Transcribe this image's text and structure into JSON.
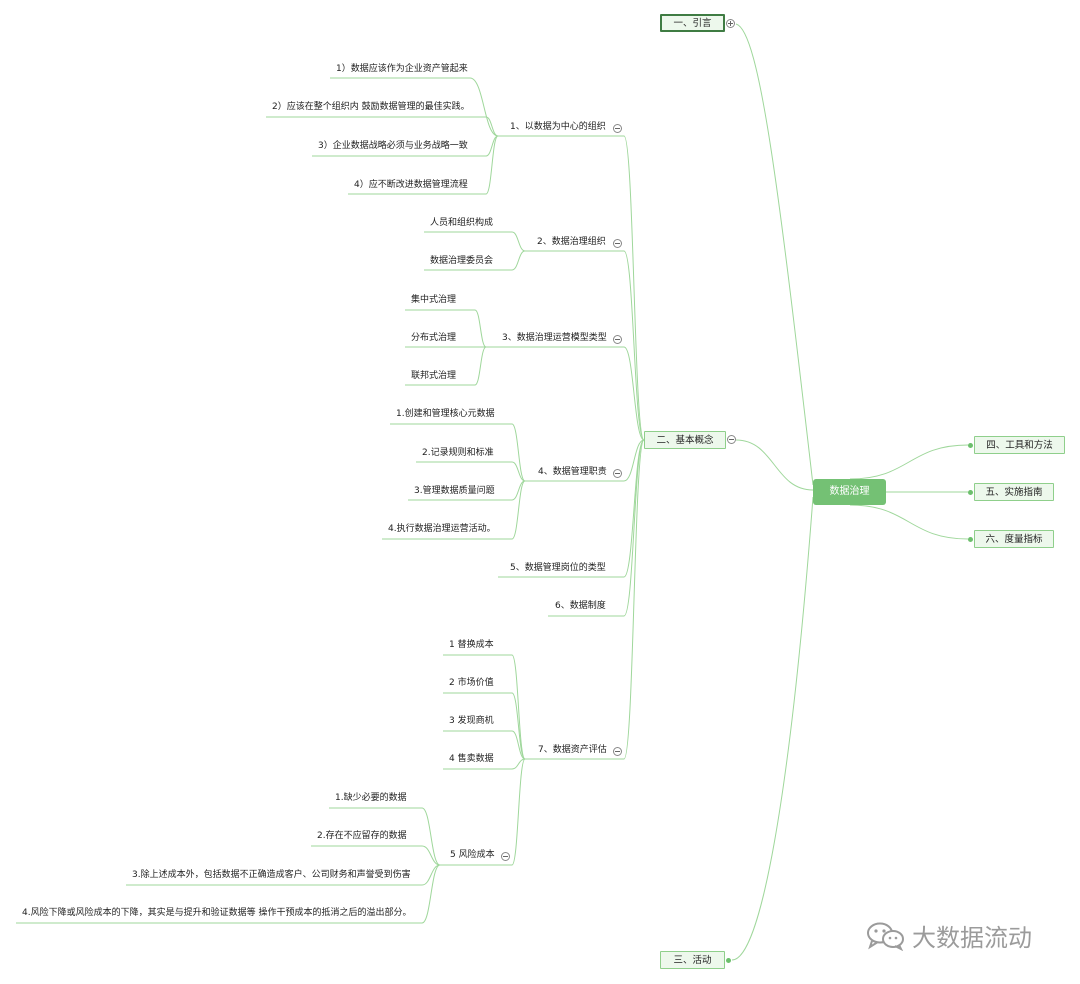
{
  "root": {
    "label": "数据治理"
  },
  "branches": {
    "intro": "一、引言",
    "concepts": "二、基本概念",
    "activities": "三、活动",
    "tools": "四、工具和方法",
    "guide": "五、实施指南",
    "metrics": "六、度量指标"
  },
  "sections": [
    {
      "label": "1、以数据为中心的组织",
      "items": [
        "1）数据应该作为企业资产管起来",
        "2）应该在整个组织内 鼓励数据管理的最佳实践。",
        "3）企业数据战略必须与业务战略一致",
        "4）应不断改进数据管理流程"
      ]
    },
    {
      "label": "2、数据治理组织",
      "items": [
        "人员和组织构成",
        "数据治理委员会"
      ]
    },
    {
      "label": "3、数据治理运营模型类型",
      "items": [
        "集中式治理",
        "分布式治理",
        "联邦式治理"
      ]
    },
    {
      "label": "4、数据管理职责",
      "items": [
        "1.创建和管理核心元数据",
        "2.记录规则和标准",
        "3.管理数据质量问题",
        "4.执行数据治理运营活动。"
      ]
    },
    {
      "label": "5、数据管理岗位的类型",
      "items": []
    },
    {
      "label": "6、数据制度",
      "items": []
    },
    {
      "label": "7、数据资产评估",
      "items": [
        "1 替换成本",
        "2 市场价值",
        "3 发现商机",
        "4 售卖数据"
      ]
    }
  ],
  "risk": {
    "label": "5 风险成本",
    "items": [
      "1.缺少必要的数据",
      "2.存在不应留存的数据",
      "3.除上述成本外，包括数据不正确造成客户、公司财务和声誉受到伤害",
      "4.风险下降或风险成本的下降，其实是与提升和验证数据等 操作干预成本的抵消之后的溢出部分。"
    ]
  },
  "watermark": {
    "text": "大数据流动",
    "icon": "wechat-icon"
  },
  "colors": {
    "line": "#9fd79b",
    "box_bg": "#edf8ec",
    "root_bg": "#74c174",
    "selected_border": "#3f7c43"
  }
}
